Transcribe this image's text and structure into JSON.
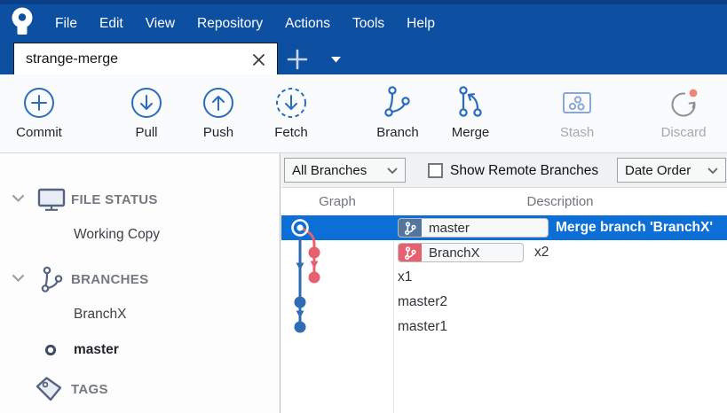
{
  "colors": {
    "menubar": "#0d4fa0",
    "menubar_top": "#0a3e86",
    "selection": "#0b6fd7",
    "toolbar_icon": "#2a6cc0",
    "graph_blue": "#2e6db3",
    "graph_red": "#e7606f",
    "badge_master": "#54769e",
    "badge_branch": "#e7606f",
    "sidebar_icon": "#56637e",
    "disabled_icon_box": "#8ba6d8",
    "discard_arc": "#8b9096",
    "discard_dot": "#ee8574"
  },
  "menubar": {
    "logo_icon": "sourcetree-logo",
    "items": [
      "File",
      "Edit",
      "View",
      "Repository",
      "Actions",
      "Tools",
      "Help"
    ]
  },
  "tabbar": {
    "active_tab": "strange-merge",
    "close_icon": "close-icon",
    "new_tab_icon": "plus-icon",
    "tab_menu_icon": "chevron-down-icon"
  },
  "toolbar": {
    "buttons": [
      {
        "label": "Commit",
        "icon": "commit-icon",
        "enabled": true
      },
      {
        "label": "Pull",
        "icon": "pull-icon",
        "enabled": true
      },
      {
        "label": "Push",
        "icon": "push-icon",
        "enabled": true
      },
      {
        "label": "Fetch",
        "icon": "fetch-icon",
        "enabled": true
      },
      {
        "label": "Branch",
        "icon": "branch-icon",
        "enabled": true
      },
      {
        "label": "Merge",
        "icon": "merge-icon",
        "enabled": true
      },
      {
        "label": "Stash",
        "icon": "stash-icon",
        "enabled": false
      },
      {
        "label": "Discard",
        "icon": "discard-icon",
        "enabled": false
      }
    ]
  },
  "sidebar": {
    "sections": [
      {
        "label": "FILE STATUS",
        "icon": "monitor-icon",
        "items": [
          {
            "label": "Working Copy"
          }
        ]
      },
      {
        "label": "BRANCHES",
        "icon": "branch-icon",
        "items": [
          {
            "label": "BranchX"
          },
          {
            "label": "master",
            "current": true
          }
        ]
      },
      {
        "label": "TAGS",
        "icon": "tag-icon",
        "items": []
      }
    ]
  },
  "filter_bar": {
    "branch_filter": "All Branches",
    "show_remote_label": "Show Remote Branches",
    "show_remote_checked": false,
    "sort_order": "Date Order"
  },
  "log_table": {
    "columns": [
      "Graph",
      "Description"
    ]
  },
  "commits": [
    {
      "description": "Merge branch 'BranchX'",
      "selected": true,
      "lane": "blue",
      "node": "head-ring",
      "badges": [
        {
          "label": "master",
          "color": "blue"
        }
      ]
    },
    {
      "description": "x2",
      "lane": "red",
      "node": "dot",
      "badges": [
        {
          "label": "BranchX",
          "color": "red"
        }
      ]
    },
    {
      "description": "x1",
      "lane": "red",
      "node": "dot",
      "badges": []
    },
    {
      "description": "master2",
      "lane": "blue",
      "node": "dot",
      "badges": []
    },
    {
      "description": "master1",
      "lane": "blue",
      "node": "dot",
      "badges": []
    }
  ]
}
